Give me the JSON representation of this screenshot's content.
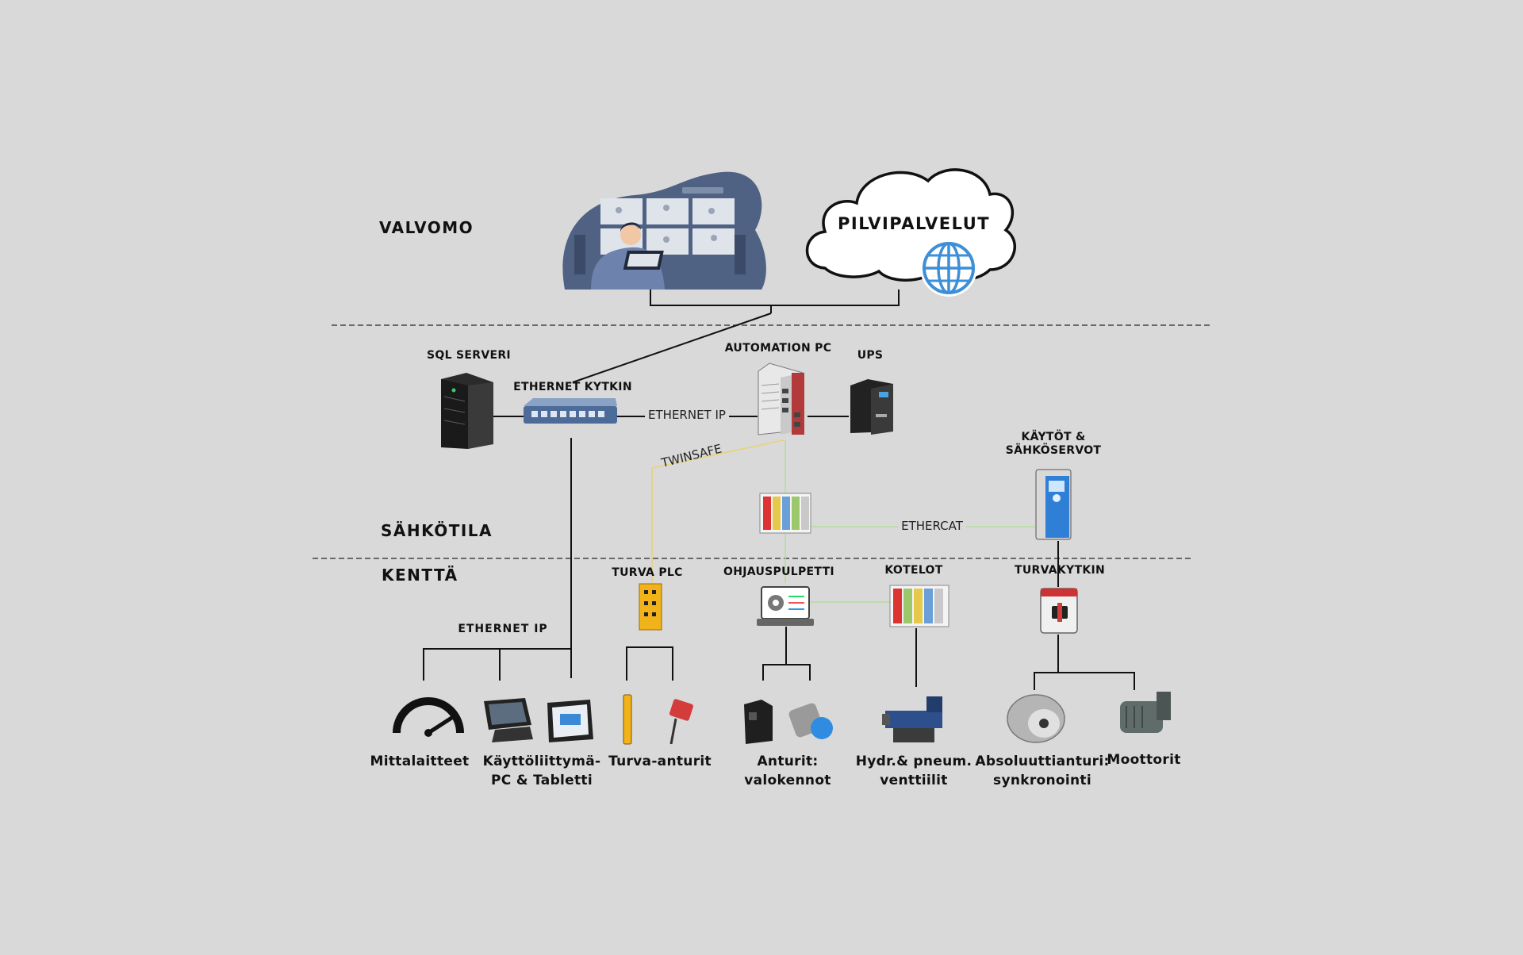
{
  "zones": {
    "valvomo": "VALVOMO",
    "sahkotila": "SÄHKÖTILA",
    "kentta": "KENTTÄ"
  },
  "cloud": {
    "label": "PILVIPALVELUT",
    "icon": "globe-icon"
  },
  "devices": {
    "sql_server": "SQL SERVERI",
    "ethernet_switch": "ETHERNET KYTKIN",
    "automation_pc": "AUTOMATION PC",
    "ups": "UPS",
    "drives": "KÄYTÖT &\nSÄHKÖSERVOT",
    "safety_plc": "TURVA PLC",
    "control_panel": "OHJAUSPULPETTI",
    "enclosures": "KOTELOT",
    "safety_switch": "TURVAKYTKIN"
  },
  "links": {
    "ethernet_ip_top": "ETHERNET IP",
    "twinsafe": "TWINSAFE",
    "ethercat": "ETHERCAT",
    "ethernet_ip_field": "ETHERNET IP"
  },
  "field": {
    "gauges": "Mittalaitteet",
    "hmi": "Käyttöliittymä-\nPC & Tabletti",
    "safety_sensors": "Turva-anturit",
    "sensors": "Anturit:\nvalokennot",
    "valves": "Hydr.& pneum.\nventtiilit",
    "encoder": "Absoluuttianturi:\nsynkronointi",
    "motors": "Moottorit"
  },
  "colors": {
    "background": "#d9d9d9",
    "line": "#111111",
    "twinsafe": "#e6d37a",
    "ethercat": "#b5dca0",
    "control_room": "#4f6284",
    "globe": "#3d8fd8",
    "drive": "#2f7fd6",
    "safety_yellow": "#f2b21a",
    "safety_red": "#d43b3b"
  }
}
